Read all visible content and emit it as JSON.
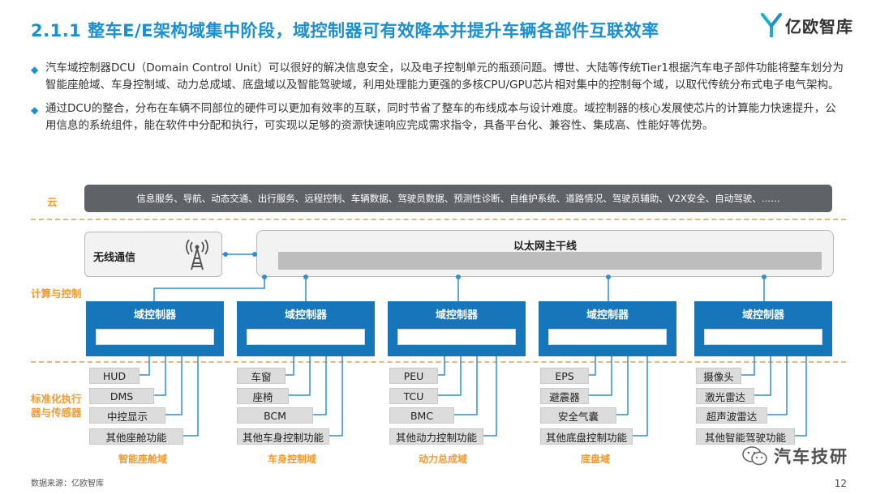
{
  "title": "2.1.1 整车E/E架构域集中阶段，域控制器可有效降本并提升车辆各部件互联效率",
  "logo": {
    "text": "亿欧智库"
  },
  "bullets": [
    "汽车域控制器DCU（Domain Control Unit）可以很好的解决信息安全，以及电子控制单元的瓶颈问题。博世、大陆等传统Tier1根据汽车电子部件功能将整车划分为智能座舱域、车身控制域、动力总成域、底盘域以及智能驾驶域，利用处理能力更强的多核CPU/GPU芯片相对集中的控制每个域，以取代传统分布式电子电气架构。",
    "通过DCU的整合，分布在车辆不同部位的硬件可以更加有效率的互联，同时节省了整车的布线成本与设计难度。域控制器的核心发展使芯片的计算能力快速提升，公用信息的系统组件，能在软件中分配和执行，可实现以足够的资源快速响应完成需求指令，具备平台化、兼容性、集成高、性能好等优势。"
  ],
  "layers": {
    "cloud": "云",
    "compute": "计算与控制",
    "sensors_line1": "标准化执行",
    "sensors_line2": "器与传感器"
  },
  "cloud_services": "信息服务、导航、动态交通、出行服务、远程控制、车辆数据、驾驶员数据、预测性诊断、自维护系统、道路情况、驾驶员辅助、V2X安全、自动驾驶、……",
  "wireless_label": "无线通信",
  "ethernet_label": "以太网主干线",
  "controllers": [
    {
      "label": "域控制器",
      "domain": "智能座舱域",
      "sensors": [
        "HUD",
        "DMS",
        "中控显示",
        "其他座舱功能"
      ]
    },
    {
      "label": "域控制器",
      "domain": "车身控制域",
      "sensors": [
        "车窗",
        "座椅",
        "BCM",
        "其他车身控制功能"
      ]
    },
    {
      "label": "域控制器",
      "domain": "动力总成域",
      "sensors": [
        "PEU",
        "TCU",
        "BMC",
        "其他动力控制功能"
      ]
    },
    {
      "label": "域控制器",
      "domain": "底盘域",
      "sensors": [
        "EPS",
        "避震器",
        "安全气囊",
        "其他底盘控制功能"
      ]
    },
    {
      "label": "域控制器",
      "domain": "",
      "sensors": [
        "摄像头",
        "激光雷达",
        "超声波雷达",
        "其他智能驾驶功能"
      ]
    }
  ],
  "source": "数据来源：亿欧智库",
  "page_number": "12",
  "watermark": "汽车技研",
  "colors": {
    "accent": "#1a8fd1",
    "controller": "#1676b9",
    "orange": "#f29a2e",
    "cloud_bar": "#5f6368"
  }
}
